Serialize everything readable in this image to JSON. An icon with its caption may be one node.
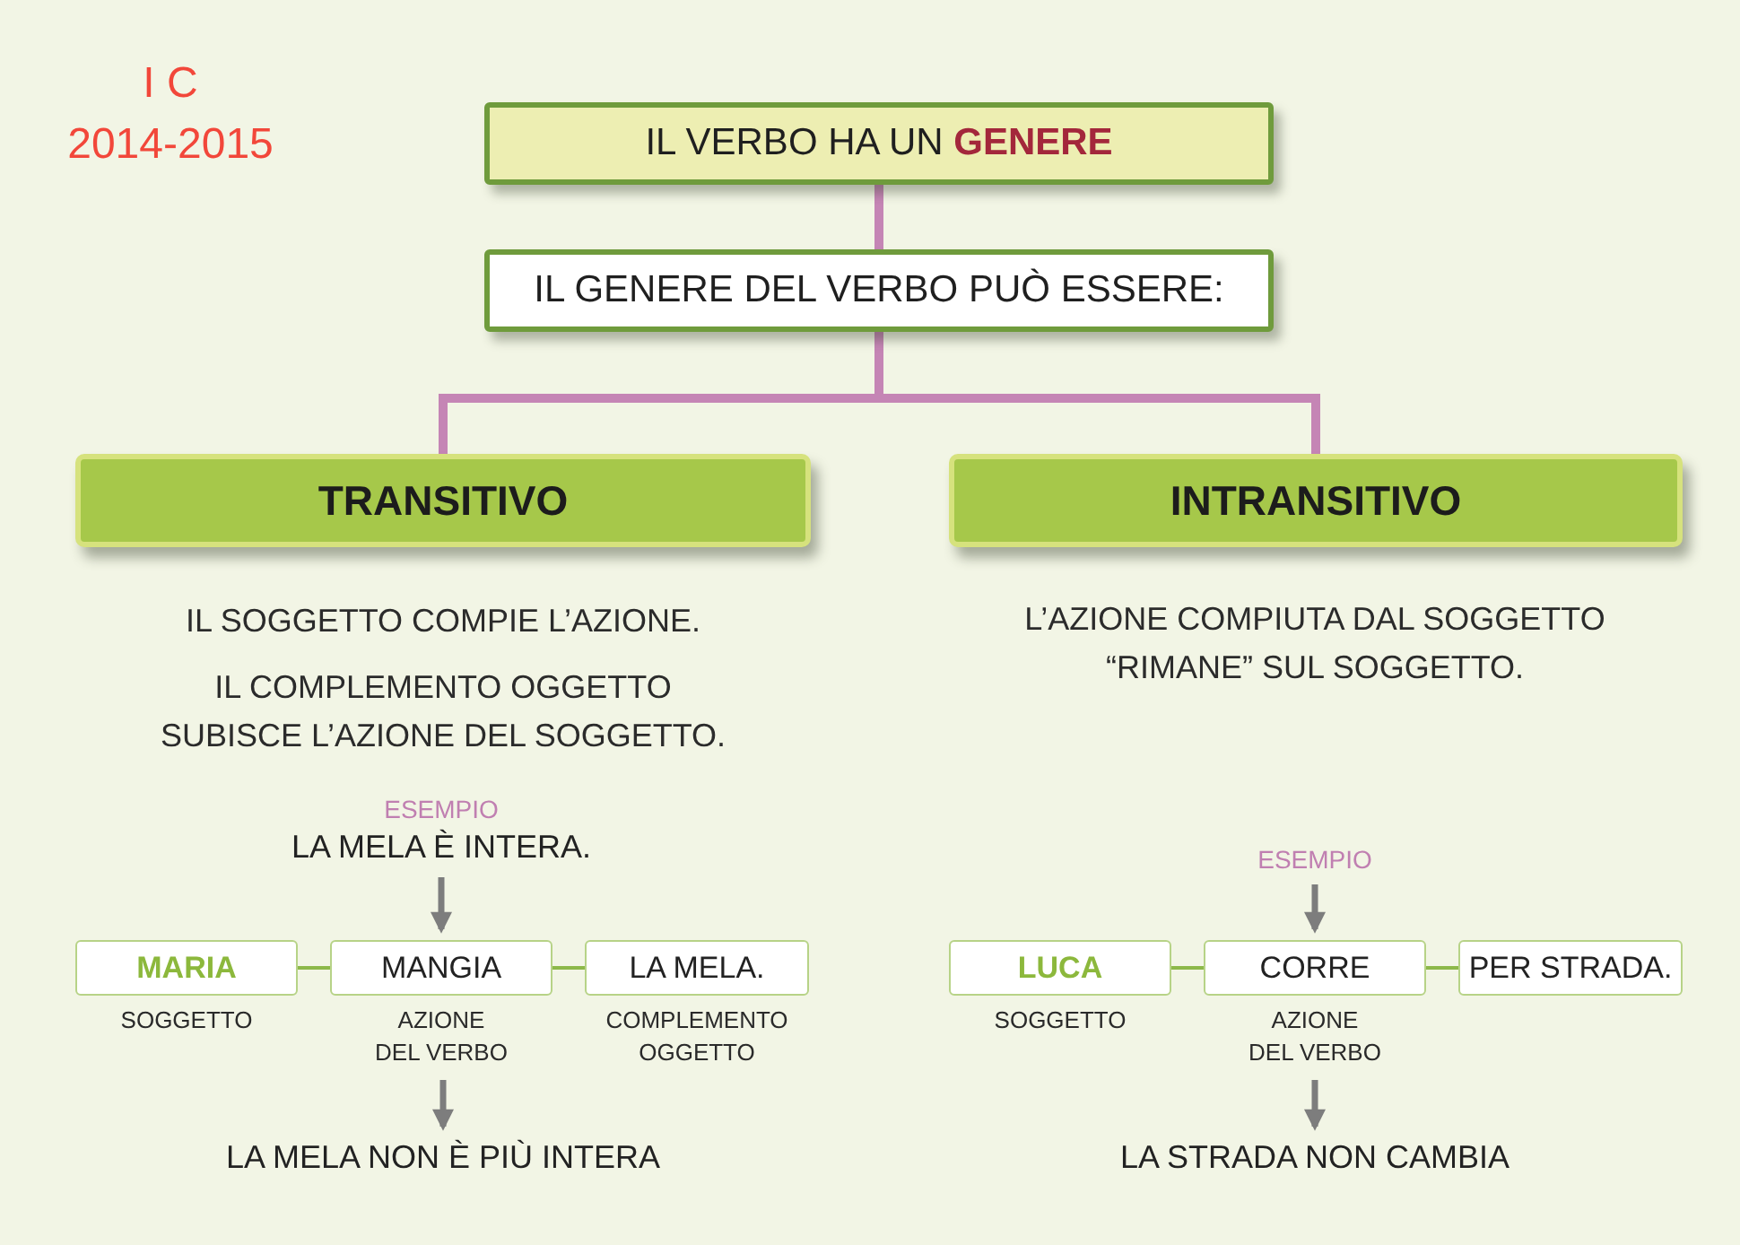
{
  "diagram": {
    "nodes": [
      {
        "text": [
          "IL VERBO HA UN **GENERE**"
        ]
      },
      {
        "text": [
          "IL GENERE DEL VERBO PUÒ ESSERE:"
        ]
      },
      {
        "text": [
          "TRANSITIVO"
        ]
      },
      {
        "text": [
          "INTRANSITIVO"
        ]
      },
      {
        "text": [
          "LA MELA È INTERA."
        ]
      },
      {
        "text": [
          "MARIA"
        ],
        "beside": [
          "SOGGETTO"
        ]
      },
      {
        "text": [
          "MANGIA"
        ],
        "beside": [
          "AZIONE DEL VERBO"
        ]
      },
      {
        "text": [
          "LA MELA."
        ],
        "beside": [
          "COMPLEMENTO OGGETTO"
        ]
      },
      {
        "text": [
          "LA MELA NON È PIÙ INTERA"
        ]
      },
      {
        "text": [
          "ESEMPIO"
        ]
      },
      {
        "text": [
          "LUCA"
        ],
        "beside": [
          "SOGGETTO"
        ]
      },
      {
        "text": [
          "CORRE"
        ],
        "beside": [
          "AZIONE DEL VERBO"
        ]
      },
      {
        "text": [
          "PER STRADA."
        ]
      },
      {
        "text": [
          "LA STRADA NON CAMBIA"
        ]
      }
    ],
    "edges": [
      {
        "from": 0,
        "to": 1,
        "arrow": "none",
        "color": "#c585b5"
      },
      {
        "from": 1,
        "to": 2,
        "arrow": "none",
        "color": "#c585b5"
      },
      {
        "from": 1,
        "to": 3,
        "arrow": "none",
        "color": "#c585b5"
      },
      {
        "from": 4,
        "to": 6,
        "arrow": "to",
        "color": "#7d7d7d"
      },
      {
        "from": 5,
        "to": 6,
        "arrow": "none",
        "color": "#8db84a"
      },
      {
        "from": 6,
        "to": 7,
        "arrow": "none",
        "color": "#8db84a"
      },
      {
        "from": 6,
        "to": 8,
        "arrow": "to",
        "color": "#7d7d7d"
      },
      {
        "from": 9,
        "to": 11,
        "arrow": "to",
        "color": "#7d7d7d"
      },
      {
        "from": 10,
        "to": 11,
        "arrow": "none",
        "color": "#8db84a"
      },
      {
        "from": 11,
        "to": 12,
        "arrow": "none",
        "color": "#8db84a"
      },
      {
        "from": 11,
        "to": 13,
        "arrow": "to",
        "color": "#7d7d7d"
      }
    ],
    "labels": [
      "I C",
      "2014-2015",
      "IL SOGGETTO COMPIE L’AZIONE.",
      "L’AZIONE COMPIUTA DAL SOGGETTO “RIMANE” SUL SOGGETTO.",
      "IL COMPLEMENTO OGGETTO SUBISCE L’AZIONE DEL SOGGETTO.",
      "ESEMPIO"
    ]
  }
}
